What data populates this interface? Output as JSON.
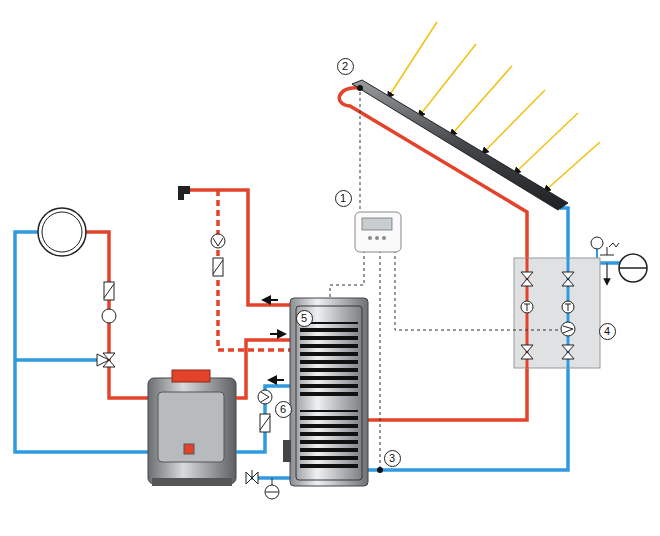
{
  "diagram": {
    "labels": [
      "2",
      "1",
      "5",
      "4",
      "6",
      "3"
    ]
  }
}
